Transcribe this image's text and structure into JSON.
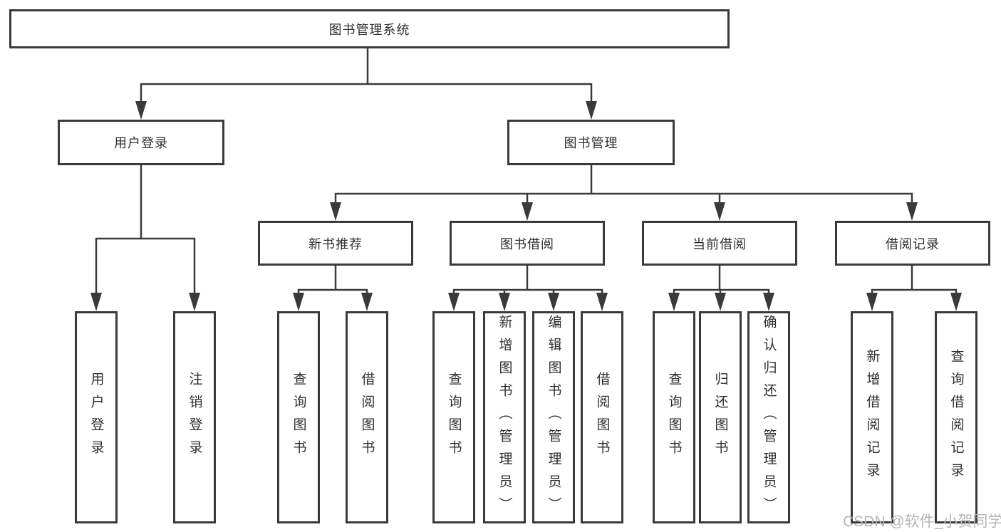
{
  "diagram": {
    "root": {
      "label": "图书管理系统"
    },
    "branches": [
      {
        "label": "用户登录",
        "children": [
          {
            "label": "用户登录"
          },
          {
            "label": "注销登录"
          }
        ]
      },
      {
        "label": "图书管理",
        "children": [
          {
            "label": "新书推荐",
            "children": [
              {
                "label": "查询图书"
              },
              {
                "label": "借阅图书"
              }
            ]
          },
          {
            "label": "图书借阅",
            "children": [
              {
                "label": "查询图书"
              },
              {
                "label": "新增图书（管理员）"
              },
              {
                "label": "编辑图书（管理员）"
              },
              {
                "label": "借阅图书"
              }
            ]
          },
          {
            "label": "当前借阅",
            "children": [
              {
                "label": "查询图书"
              },
              {
                "label": "归还图书"
              },
              {
                "label": "确认归还（管理员）"
              }
            ]
          },
          {
            "label": "借阅记录",
            "children": [
              {
                "label": "新增借阅记录"
              },
              {
                "label": "查询借阅记录"
              }
            ]
          }
        ]
      }
    ],
    "watermark": "CSDN @软件_小贺同学"
  },
  "colors": {
    "line": "#3a3a3a",
    "text": "#2e2e2e",
    "watermark": "#b5b5b5",
    "background": "#ffffff"
  }
}
